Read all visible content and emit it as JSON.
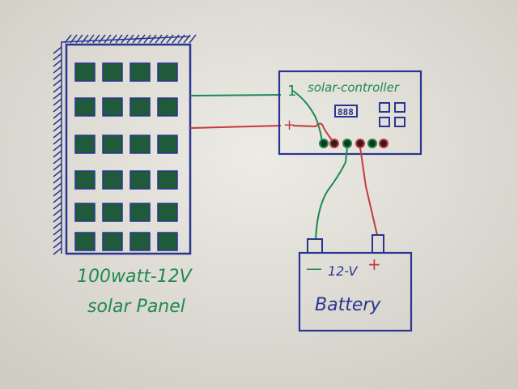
{
  "panel": {
    "label_line1": "100watt-12V",
    "label_line2": "solar Panel",
    "cell_rows": 6,
    "cell_cols": 4
  },
  "controller": {
    "title": "solar-controller",
    "display": "888",
    "neg_mark": "1",
    "pos_mark": "+"
  },
  "battery": {
    "neg_mark": "—",
    "voltage": "12-V",
    "pos_mark": "+",
    "label": "Battery"
  },
  "colors": {
    "background": "#e6e4dd",
    "outline": "#2a3592",
    "cell": "#1f5a3a",
    "positive_wire": "#c8393a",
    "negative_wire": "#1a8a50"
  }
}
